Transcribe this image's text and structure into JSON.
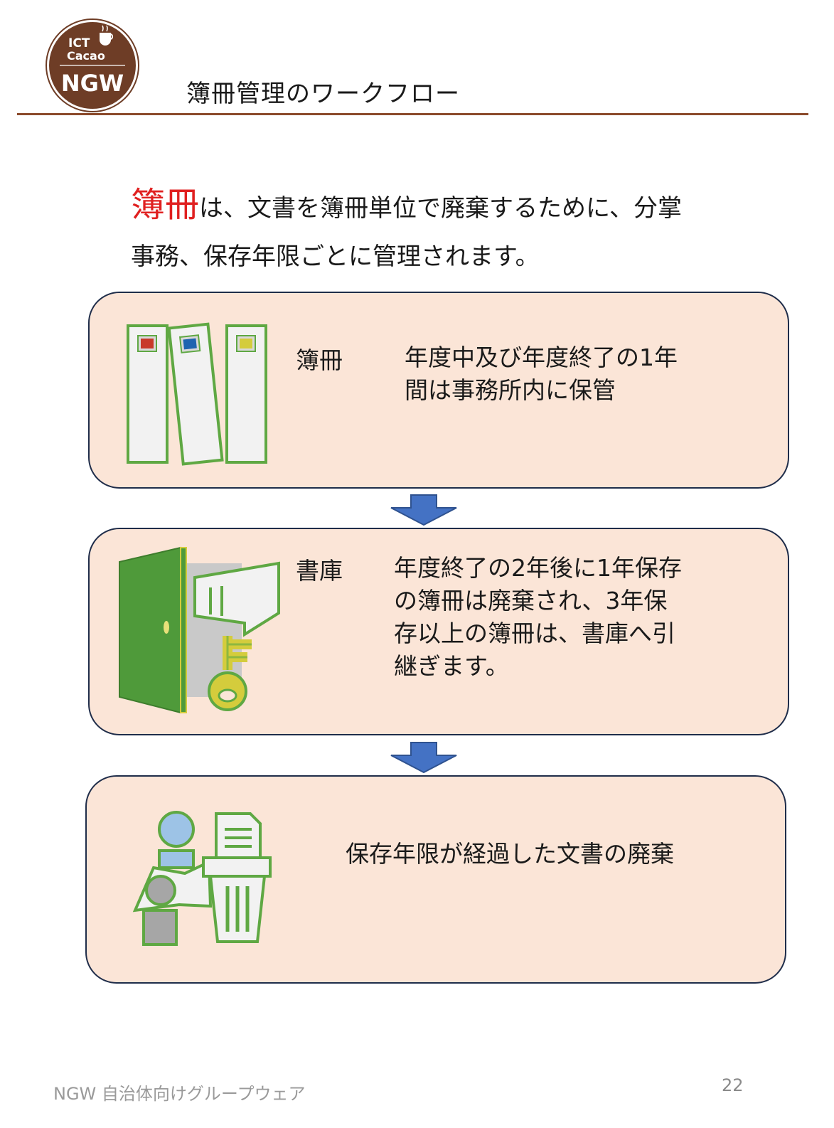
{
  "logo": {
    "top_text": "ICT Cacao",
    "bottom_text": "NGW",
    "cup_icon": "coffee-cup-icon"
  },
  "header": {
    "title": "簿冊管理のワークフロー"
  },
  "intro": {
    "highlight": "簿冊",
    "line1_rest": "は、文書を簿冊単位で廃棄するために、分掌",
    "line2": "事務、保存年限ごとに管理されます。"
  },
  "steps": [
    {
      "label": "簿冊",
      "desc_lines": [
        "年度中及び年度終了の1年",
        "間は事務所内に保管"
      ],
      "icon": "binders-icon"
    },
    {
      "label": "書庫",
      "desc_lines": [
        "年度終了の2年後に1年保存",
        "の簿冊は廃棄され、3年保",
        "存以上の簿冊は、書庫へ引",
        "継ぎます。"
      ],
      "icon": "archive-door-key-icon"
    },
    {
      "label": "",
      "desc_lines": [
        "保存年限が経過した文書の廃棄"
      ],
      "icon": "disposal-trash-icon"
    }
  ],
  "footer": {
    "left": "NGW 自治体向けグループウェア",
    "page": "22"
  },
  "colors": {
    "accent_brown": "#8b4a2b",
    "card_fill": "#fbe5d7",
    "highlight_red": "#e02020",
    "arrow_blue": "#4472c4",
    "icon_green": "#5fa843"
  }
}
